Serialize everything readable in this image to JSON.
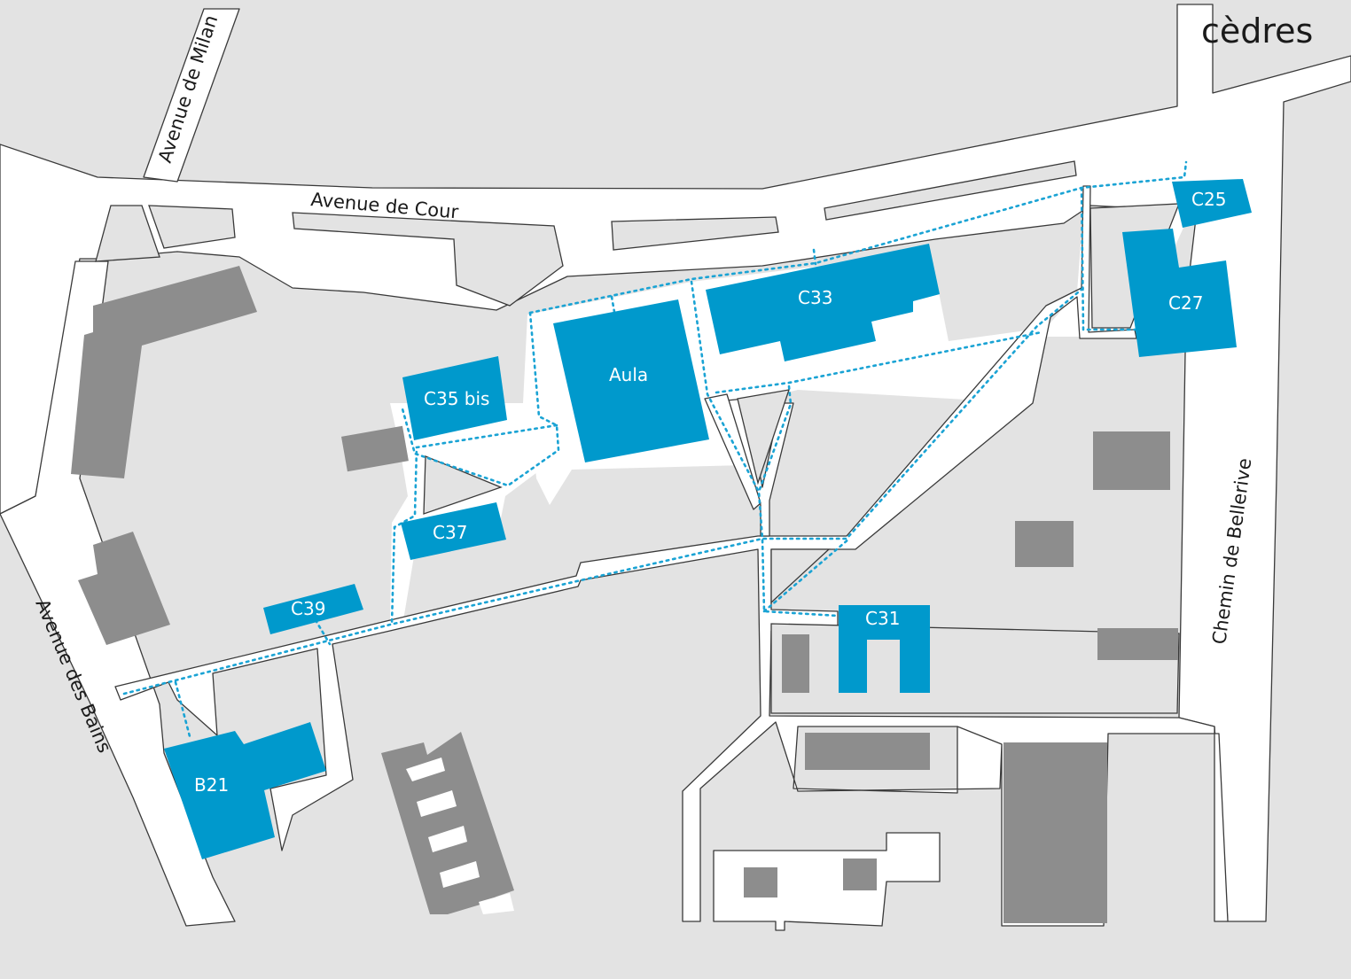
{
  "map": {
    "title": "cèdres",
    "colors": {
      "background": "#e3e3e3",
      "road": "#ffffff",
      "university_building": "#0099cc",
      "other_building": "#8d8d8d",
      "walkway": "#1aa3d4"
    },
    "streets": {
      "avenue_de_milan": "Avenue de Milan",
      "avenue_de_cour": "Avenue de Cour",
      "avenue_des_bains": "Avenue des Bains",
      "chemin_de_bellerive": "Chemin de Bellerive"
    },
    "buildings": {
      "c25": "C25",
      "c27": "C27",
      "c33": "C33",
      "aula": "Aula",
      "c35bis": "C35 bis",
      "c37": "C37",
      "c39": "C39",
      "c31": "C31",
      "b21": "B21"
    }
  }
}
